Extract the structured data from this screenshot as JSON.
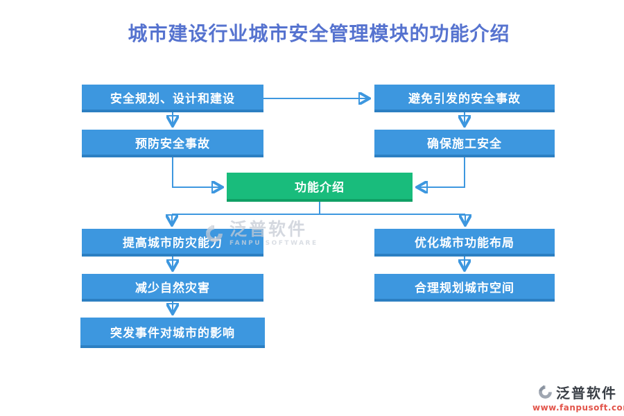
{
  "title": {
    "text": "城市建设行业城市安全管理模块的功能介绍"
  },
  "nodes": {
    "b1": {
      "label": "安全规划、设计和建设"
    },
    "b2": {
      "label": "避免引发的安全事故"
    },
    "b3": {
      "label": "预防安全事故"
    },
    "b4": {
      "label": "确保施工安全"
    },
    "center": {
      "label": "功能介绍"
    },
    "b5": {
      "label": "提高城市防灾能力"
    },
    "b6": {
      "label": "优化城市功能布局"
    },
    "b7": {
      "label": "减少自然灾害"
    },
    "b8": {
      "label": "合理规划城市空间"
    },
    "b9": {
      "label": "突发事件对城市的影响"
    }
  },
  "watermark": {
    "brand": "泛普软件",
    "subtitle": "FANPU SOFTWARE"
  },
  "footer": {
    "brand": "泛普软件",
    "url": "www.fanpusoft.com"
  },
  "colors": {
    "node_blue": "#3d97df",
    "node_blue_edge": "#2c7fc2",
    "node_green": "#19bc7c",
    "node_green_edge": "#10a065",
    "connector": "#3d97df",
    "title": "#5673cf",
    "url_red": "#e2544a",
    "watermark_gray": "#c6cbd5",
    "footer_text": "#3a3f46"
  }
}
